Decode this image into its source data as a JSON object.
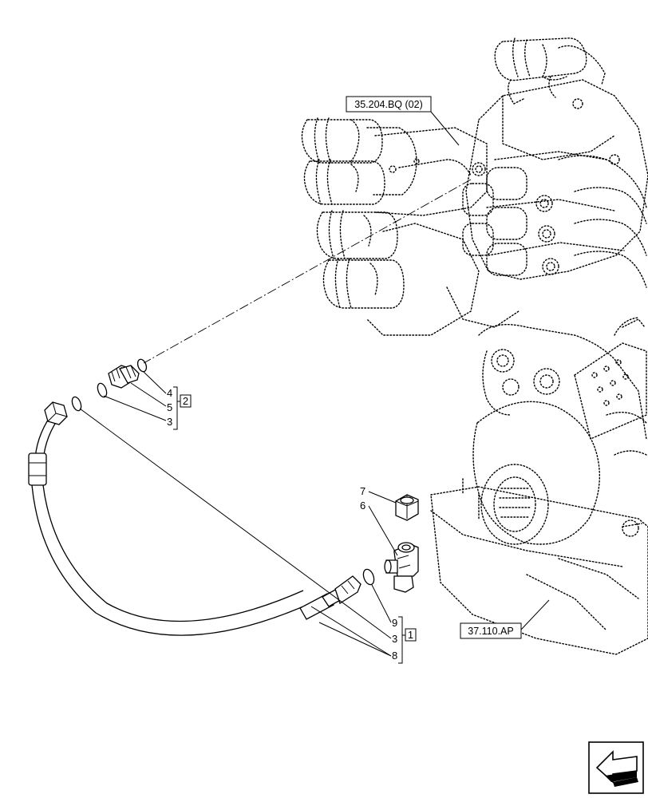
{
  "references": {
    "valve_ref": "35.204.BQ (02)",
    "housing_ref": "37.110.AP"
  },
  "callouts": {
    "c4": "4",
    "c5": "5",
    "c3a": "3",
    "c7": "7",
    "c6": "6",
    "c9": "9",
    "c3b": "3",
    "c8": "8"
  },
  "groups": {
    "g2": "2",
    "g1": "1"
  },
  "icons": {
    "nav": "next-arrow-icon"
  }
}
